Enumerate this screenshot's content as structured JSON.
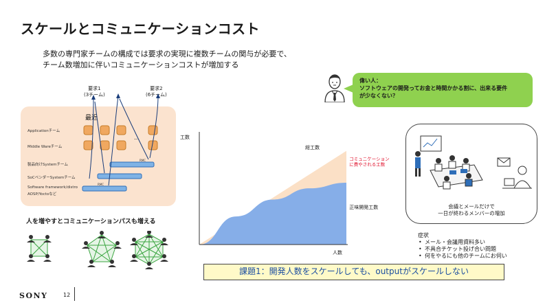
{
  "slide": {
    "title": "スケールとコミュニケーションコスト",
    "subtitle_line1": "多数の専門家チームの構成では要求の実現に複数チームの関与が必要で、",
    "subtitle_line2": "チーム数増加に伴いコミュニケーションコストが増加する",
    "page_number": "12",
    "logo_text": "SONY"
  },
  "speech_bubble": {
    "line1": "偉い人：",
    "line2": "ソフトウェアの開発ってお金と時間かかる割に、出来る要件",
    "line3": "が少なくない？"
  },
  "team_diagram": {
    "box_title": "最近",
    "requirement1_line1": "要求1",
    "requirement1_line2": "(3チーム)",
    "requirement2_line1": "要求2",
    "requirement2_line2": "(6チーム)",
    "layers": [
      "Applicationチーム",
      "Middle Wareチーム",
      "製品向けSystemチーム",
      "SoCベンダーSystemチーム",
      "Software framework/distro",
      "AOSP/Yoctoなど"
    ],
    "ellipsis": "…",
    "arrow_tag": "RMC"
  },
  "network_section": {
    "heading": "人を増やすとコミュニケーションパスも増える"
  },
  "chart_data": {
    "type": "area",
    "title": "",
    "ylabel": "工数",
    "xlabel": "人数",
    "x": [
      0,
      0.25,
      0.5,
      0.75,
      1.0
    ],
    "series": [
      {
        "name": "総工数",
        "values": [
          0,
          0.25,
          0.5,
          0.75,
          1.0
        ]
      },
      {
        "name": "正味開発工数",
        "values": [
          0,
          0.3,
          0.48,
          0.6,
          0.66
        ]
      }
    ],
    "annotation": "コミュニケーションに費やされる工数",
    "annotation_line1": "コミュニケーション",
    "annotation_line2": "に費やされる工数",
    "ylim": [
      0,
      1.1
    ],
    "xlim": [
      0,
      1.0
    ],
    "colors": {
      "total": "#fbe0c6",
      "net": "#86aee8",
      "annotation": "#e0102b"
    }
  },
  "meeting_panel": {
    "caption_line1": "会議とメールだけで",
    "caption_line2": "一日が終わるメンバーの増加"
  },
  "symptoms": {
    "heading": "症状",
    "items": [
      "メール・会議用資料多い",
      "不具合チケット投げ合い問題",
      "何をやるにも他のチームにお伺い"
    ]
  },
  "issue_box": {
    "text": "課題1：開発人数をスケールしても、outputがスケールしない"
  }
}
